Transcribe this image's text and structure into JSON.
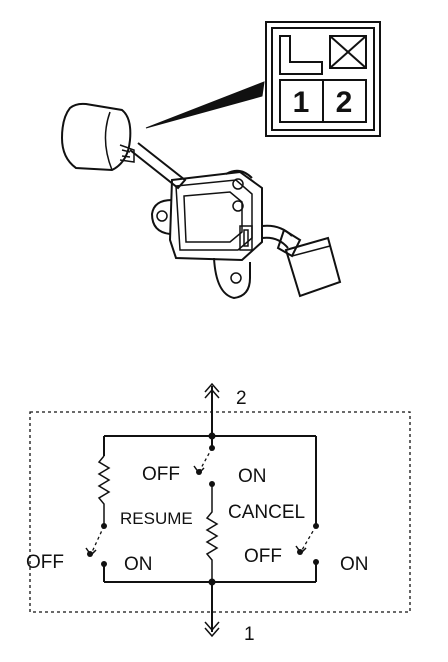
{
  "connector": {
    "pins": [
      "1",
      "2"
    ]
  },
  "circuit": {
    "terminal_top": "2",
    "terminal_bottom": "1",
    "labels": {
      "off_top": "OFF",
      "on_top": "ON",
      "resume": "RESUME",
      "cancel": "CANCEL",
      "off_left": "OFF",
      "on_left": "ON",
      "off_right": "OFF",
      "on_right": "ON"
    }
  }
}
